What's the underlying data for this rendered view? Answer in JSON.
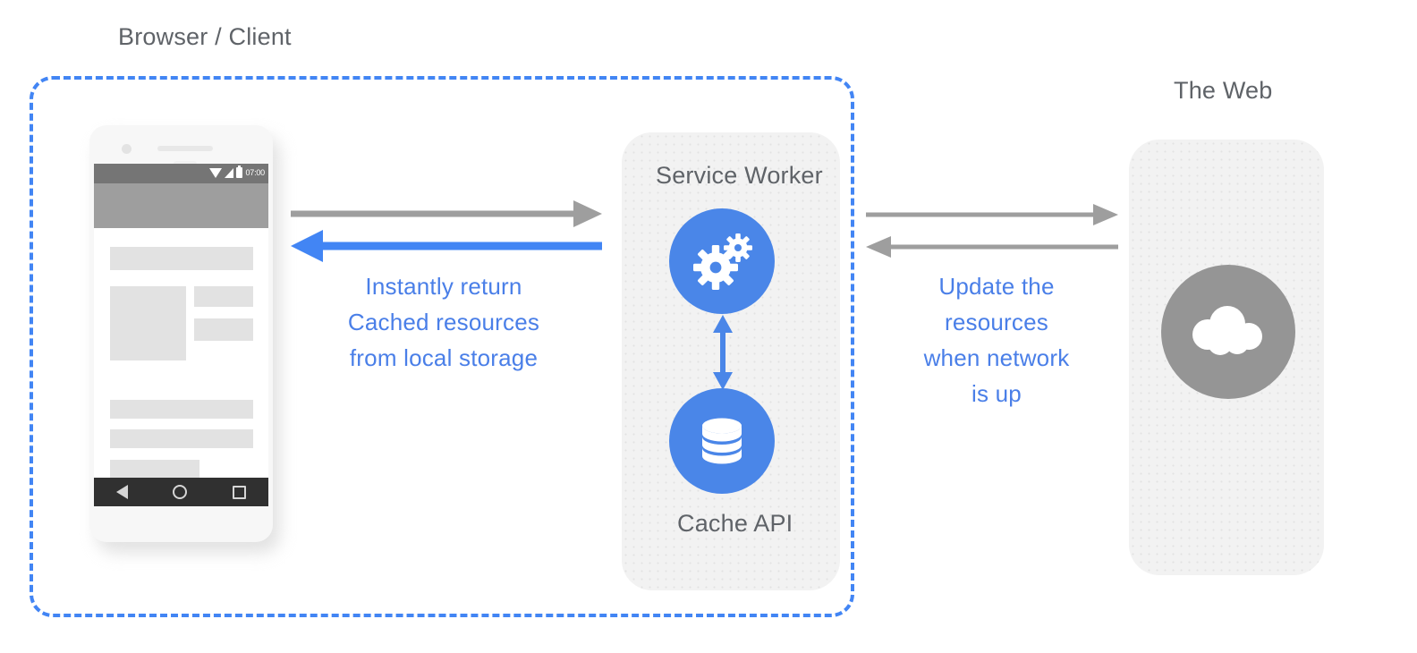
{
  "diagram": {
    "title_client": "Browser / Client",
    "title_web": "The Web",
    "colors": {
      "accent_blue": "#4285f4",
      "icon_blue": "#4a86e8",
      "text_blue": "#4a7fe8",
      "label_gray": "#5f6368",
      "panel_gray": "#f2f2f2",
      "cloud_gray": "#959595",
      "arrow_gray": "#9e9e9e"
    }
  },
  "client": {
    "label": "Browser / Client",
    "phone": {
      "status_bar": {
        "time": "07:00",
        "icons": [
          "wifi-icon",
          "signal-icon",
          "battery-icon"
        ]
      },
      "nav_bar": {
        "icons": [
          "back-icon",
          "home-icon",
          "recents-icon"
        ]
      }
    }
  },
  "service_worker": {
    "label": "Service Worker",
    "icon": "gears-icon"
  },
  "cache": {
    "label": "Cache API",
    "icon": "database-icon"
  },
  "web": {
    "label": "The Web",
    "icon": "cloud-icon"
  },
  "annotations": {
    "cache_flow": {
      "lines": [
        "Instantly return",
        "Cached resources",
        "from local storage"
      ]
    },
    "network_flow": {
      "lines": [
        "Update the",
        "resources",
        "when network",
        "is up"
      ]
    }
  }
}
